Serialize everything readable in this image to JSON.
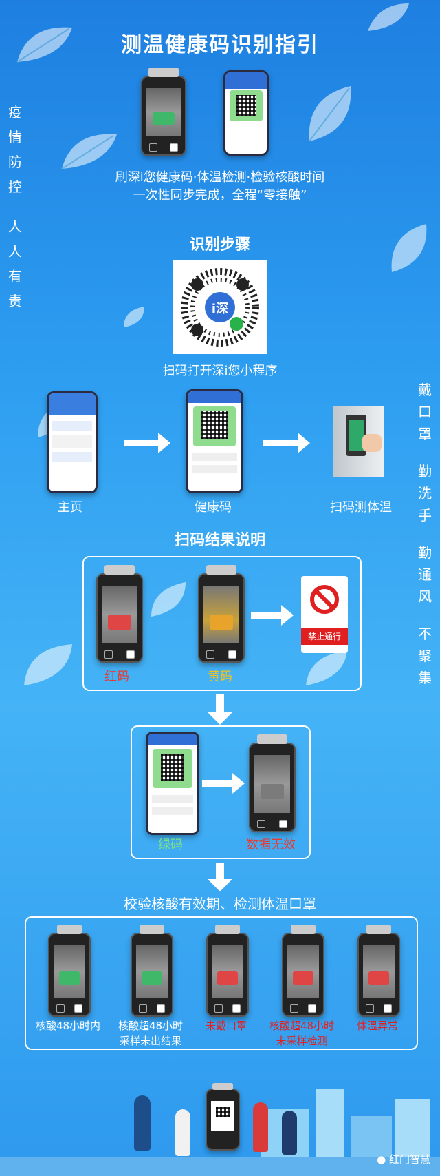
{
  "title": "测温健康码识别指引",
  "intro": {
    "line1": "刷深i您健康码·体温检测·检验核酸时间",
    "line2": "一次性同步完成，全程“零接触”"
  },
  "left_slogan": {
    "group1": [
      "疫",
      "情",
      "防",
      "控"
    ],
    "group2": [
      "人",
      "人",
      "有",
      "责"
    ]
  },
  "right_slogan": {
    "group1": [
      "戴",
      "口",
      "罩"
    ],
    "group2": [
      "勤",
      "洗",
      "手"
    ],
    "group3": [
      "勤",
      "通",
      "风"
    ],
    "group4": [
      "不",
      "聚",
      "集"
    ]
  },
  "steps": {
    "title": "识别步骤",
    "qr_caption": "扫码打开深i您小程序",
    "qr_logo": "i深",
    "labels": [
      "主页",
      "健康码",
      "扫码测体温"
    ]
  },
  "results": {
    "title": "扫码结果说明",
    "red": "红码",
    "yellow": "黄码",
    "forbid": "禁止通行",
    "green": "绿码",
    "invalid": "数据无效"
  },
  "check": {
    "title": "校验核酸有效期、检测体温口罩",
    "items": [
      {
        "line1": "核酸48小时内",
        "line2": "",
        "color": "#ffffff",
        "pill": "#3fb86a"
      },
      {
        "line1": "核酸超48小时",
        "line2": "采样未出结果",
        "color": "#ffffff",
        "pill": "#3fb86a"
      },
      {
        "line1": "未戴口罩",
        "line2": "",
        "color": "#e02020",
        "pill": "#e04545"
      },
      {
        "line1": "核酸超48小时",
        "line2": "未采样检测",
        "color": "#e02020",
        "pill": "#e04545"
      },
      {
        "line1": "体温异常",
        "line2": "",
        "color": "#e02020",
        "pill": "#e04545"
      }
    ]
  },
  "watermark": "红门智慧",
  "colors": {
    "red": "#e63b2e",
    "yellow": "#f3c21a",
    "green": "#7fe07f"
  }
}
